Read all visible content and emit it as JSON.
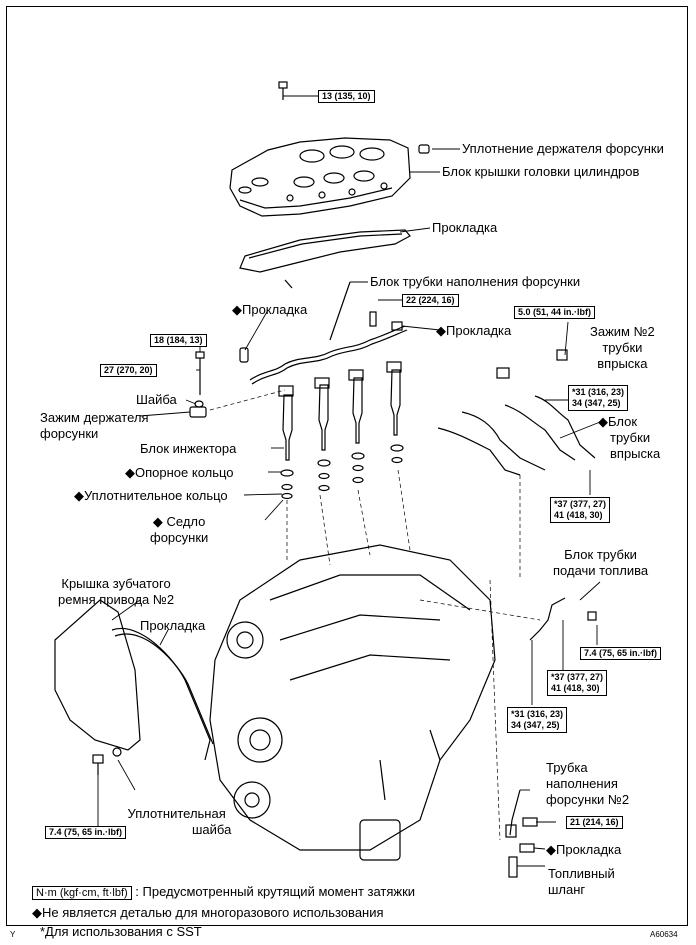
{
  "labels": {
    "injector_holder_seal": "Уплотнение держателя форсунки",
    "head_cover_block": "Блок крышки головки цилиндров",
    "gasket_top": "Прокладка",
    "fill_pipe_block": "Блок трубки наполнения форсунки",
    "gasket_left": "Прокладка",
    "gasket_right": "Прокладка",
    "clamp2_line1": "Зажим №2",
    "clamp2_line2": "трубки",
    "clamp2_line3": "впрыска",
    "washer": "Шайба",
    "holder_clamp_line1": "Зажим держателя",
    "holder_clamp_line2": "форсунки",
    "injector_block": "Блок инжектора",
    "support_ring": "Опорное кольцо",
    "o_ring": "Уплотнительное кольцо",
    "seat_line1": "Седло",
    "seat_line2": "форсунки",
    "injection_pipe_line1": "Блок",
    "injection_pipe_line2": "трубки",
    "injection_pipe_line3": "впрыска",
    "fuel_supply_line1": "Блок трубки",
    "fuel_supply_line2": "подачи топлива",
    "timing_cover_line1": "Крышка зубчатого",
    "timing_cover_line2": "ремня привода №2",
    "gasket_timing": "Прокладка",
    "seal_washer_line1": "Уплотнительная",
    "seal_washer_line2": "шайба",
    "fill_pipe2_line1": "Трубка",
    "fill_pipe2_line2": "наполнения",
    "fill_pipe2_line3": "форсунки №2",
    "gasket_bottom": "Прокладка",
    "fuel_hose_line1": "Топливный",
    "fuel_hose_line2": "шланг"
  },
  "torques": {
    "t13": "13 (135, 10)",
    "t22": "22 (224, 16)",
    "t5": "5.0 (51, 44 in.·lbf)",
    "t18": "18 (184, 13)",
    "t27": "27 (270, 20)",
    "t31a_1": "*31 (316, 23)",
    "t31a_2": "34 (347, 25)",
    "t37a_1": "*37 (377, 27)",
    "t37a_2": "41 (418, 30)",
    "t74a": "7.4 (75, 65 in.·lbf)",
    "t37b_1": "*37 (377, 27)",
    "t37b_2": "41 (418, 30)",
    "t31b_1": "*31 (316, 23)",
    "t31b_2": "34 (347, 25)",
    "t74b": "7.4 (75, 65 in.·lbf)",
    "t21": "21 (214, 16)"
  },
  "legend": {
    "unit_box": "N·m (kgf·cm, ft·lbf)",
    "unit_text": ": Предусмотренный крутящий момент затяжки",
    "nonreusable": "Не является деталью для многоразового использования",
    "sst": "*Для использования с SST"
  },
  "corner_left": "Y",
  "figure_code": "A60634",
  "diamond_symbol": "◆"
}
